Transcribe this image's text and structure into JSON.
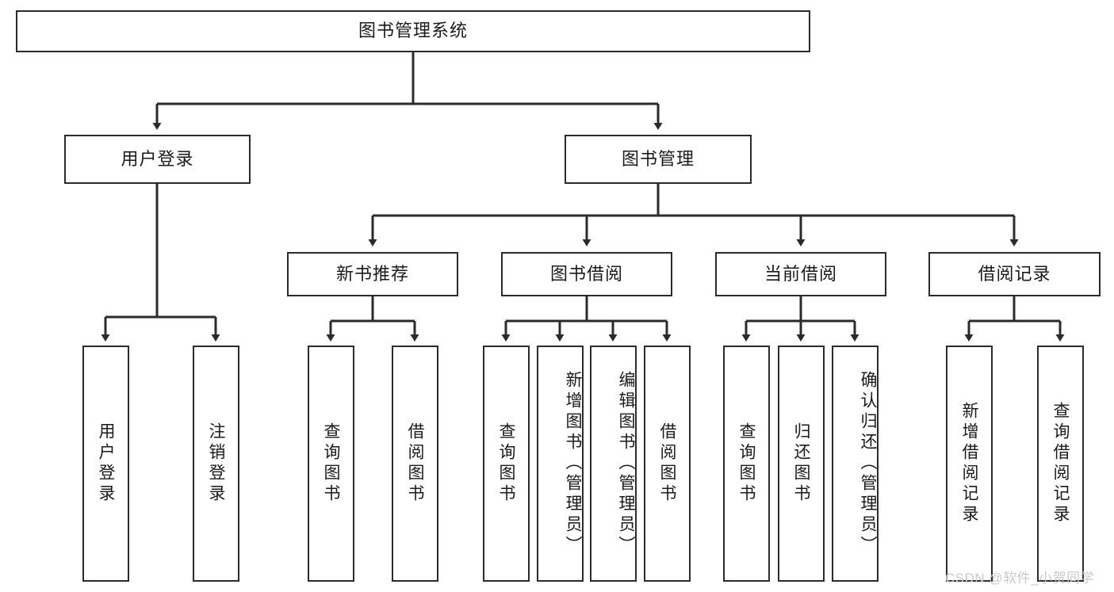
{
  "diagram": {
    "title": "图书管理系统",
    "type": "tree-hierarchy-diagram",
    "root": {
      "label": "图书管理系统"
    },
    "level2": [
      {
        "label": "用户登录"
      },
      {
        "label": "图书管理"
      }
    ],
    "level3": [
      {
        "label": "新书推荐"
      },
      {
        "label": "图书借阅"
      },
      {
        "label": "当前借阅"
      },
      {
        "label": "借阅记录"
      }
    ],
    "leaves": {
      "user_login": [
        {
          "label": "用户登录"
        },
        {
          "label": "注销登录"
        }
      ],
      "new_book_recommend": [
        {
          "label": "查询图书"
        },
        {
          "label": "借阅图书"
        }
      ],
      "book_borrow": [
        {
          "label": "查询图书"
        },
        {
          "label": "新增图书（管理员）"
        },
        {
          "label": "编辑图书（管理员）"
        },
        {
          "label": "借阅图书"
        }
      ],
      "current_borrow": [
        {
          "label": "查询图书"
        },
        {
          "label": "归还图书"
        },
        {
          "label": "确认归还（管理员）"
        }
      ],
      "borrow_record": [
        {
          "label": "新增借阅记录"
        },
        {
          "label": "查询借阅记录"
        }
      ]
    }
  },
  "watermark": {
    "text": "CSDN @软件_小贺同学"
  },
  "colors": {
    "stroke": "#2b2b2b",
    "background": "#ffffff",
    "text": "#1a1a1a",
    "watermark": "#c9c9c9"
  }
}
